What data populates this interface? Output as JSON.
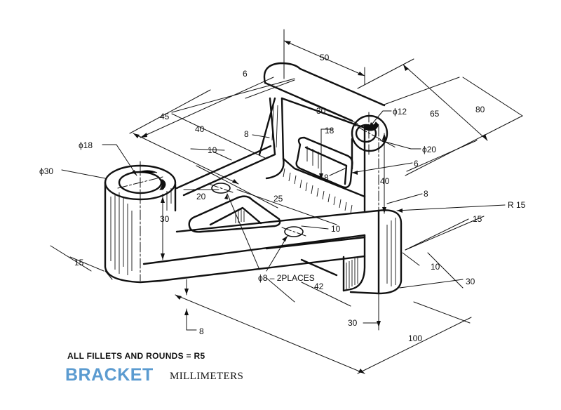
{
  "drawing": {
    "accent_color": "#5b9bd0",
    "title": "BRACKET",
    "units": "MILLIMETERS",
    "notes": "ALL FILLETS AND ROUNDS = R5",
    "dimensions": {
      "d50": "50",
      "d6_top": "6",
      "d80": "80",
      "d65": "65",
      "d45": "45",
      "d40_left": "40",
      "d30_top": "30",
      "d12": "ϕ12",
      "d18_slot": "18",
      "d8_left": "8",
      "d10_top": "10",
      "d18_dia": "ϕ18",
      "d20_dia": "ϕ20",
      "d30_dia": "ϕ30",
      "d6_slot": "6",
      "d8_slot": "8",
      "d40_right": "40",
      "d8_right": "8",
      "d20": "20",
      "d25": "25",
      "r15": "R 15",
      "d30_boss": "30",
      "d15_right": "15",
      "d10_mid": "10",
      "d15_left": "15",
      "d10_right": "10",
      "d8_holes": "ϕ8 – 2PLACES",
      "d42": "42",
      "d30_base": "30",
      "d30_bottom": "30",
      "d8_bottom": "8",
      "d100": "100"
    }
  }
}
